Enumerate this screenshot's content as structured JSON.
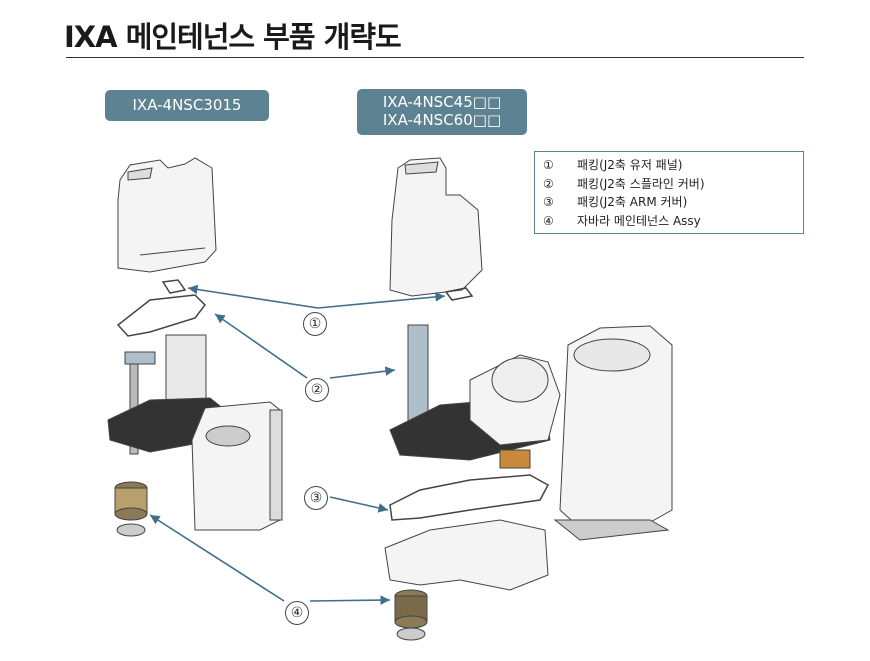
{
  "title": "IXA 메인테넌스 부품 개략도",
  "models": {
    "left": "IXA-4NSC3015",
    "right_line1": "IXA-4NSC45□□",
    "right_line2": "IXA-4NSC60□□"
  },
  "legend": [
    {
      "num": "①",
      "label": "패킹(J2축 유저 패널)"
    },
    {
      "num": "②",
      "label": "패킹(J2축 스플라인 커버)"
    },
    {
      "num": "③",
      "label": "패킹(J2축 ARM 커버)"
    },
    {
      "num": "④",
      "label": "자바라 메인테넌스 Assy"
    }
  ],
  "callouts": [
    "①",
    "②",
    "③",
    "④"
  ],
  "colors": {
    "badge": "#5d8291",
    "arrow": "#3f6f8c",
    "line": "#444444"
  }
}
